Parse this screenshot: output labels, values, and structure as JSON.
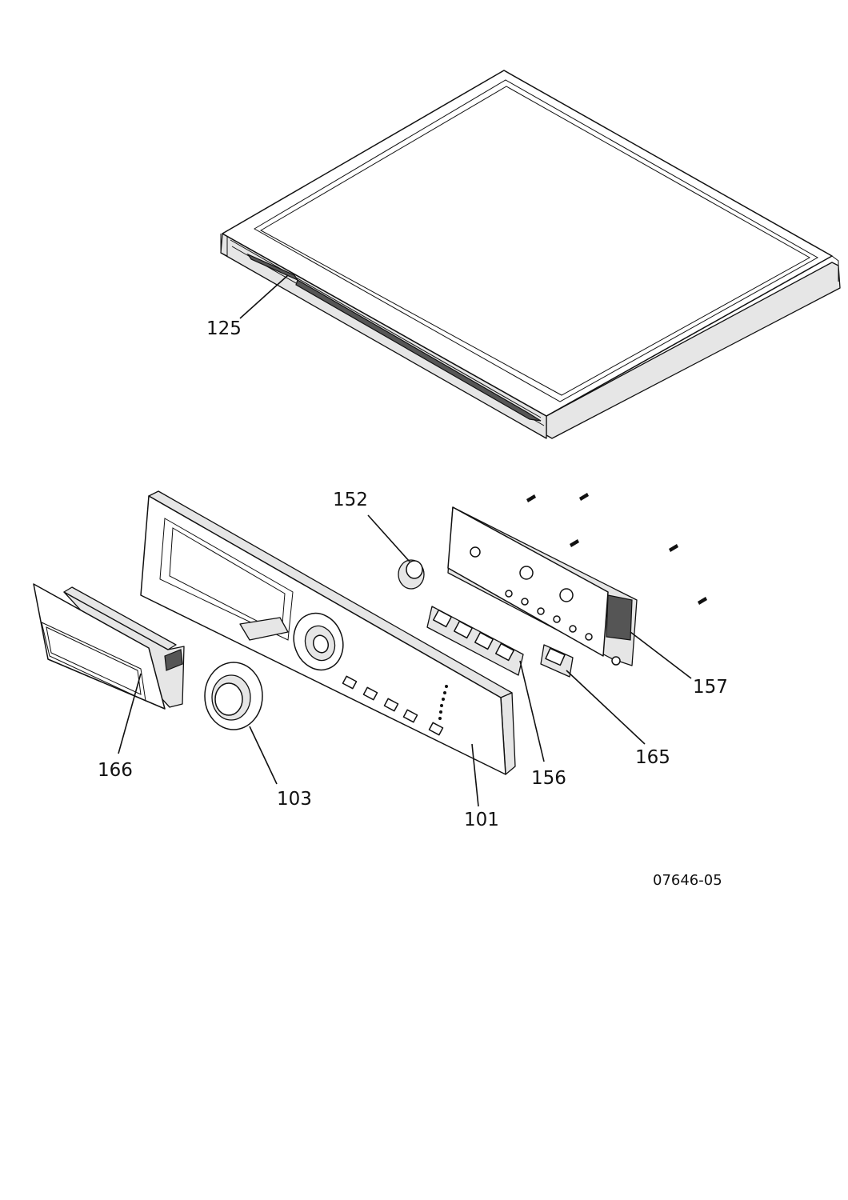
{
  "callouts": {
    "c125": "125",
    "c152": "152",
    "c157": "157",
    "c165": "165",
    "c156": "156",
    "c166": "166",
    "c103": "103",
    "c101": "101"
  },
  "drawing_code": "07646-05"
}
